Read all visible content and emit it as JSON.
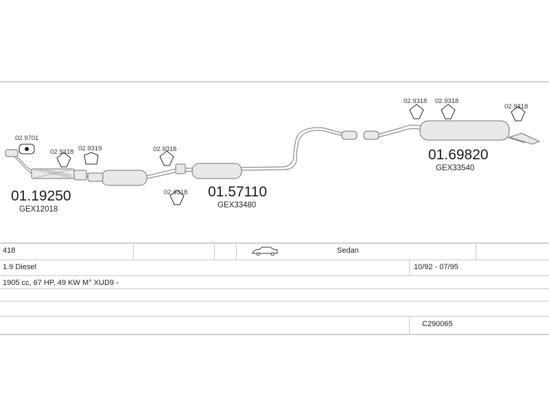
{
  "diagram": {
    "parts": [
      {
        "number": "01.19250",
        "oe": "GEX12018"
      },
      {
        "number": "01.57110",
        "oe": "GEX33480"
      },
      {
        "number": "01.69820",
        "oe": "GEX33540"
      }
    ],
    "fittings": [
      "02.9701",
      "02.9318",
      "02.9319",
      "02.9318",
      "02.9318",
      "02.9318",
      "02.9318",
      "02.9318"
    ]
  },
  "table": {
    "model": "418",
    "body": "Sedan",
    "engine": "1.9 Diesel",
    "dates": "10/92 - 07/95",
    "spec": "1905 cc, 67 HP, 49 KW M° XUD9 -",
    "code": "C290065"
  }
}
